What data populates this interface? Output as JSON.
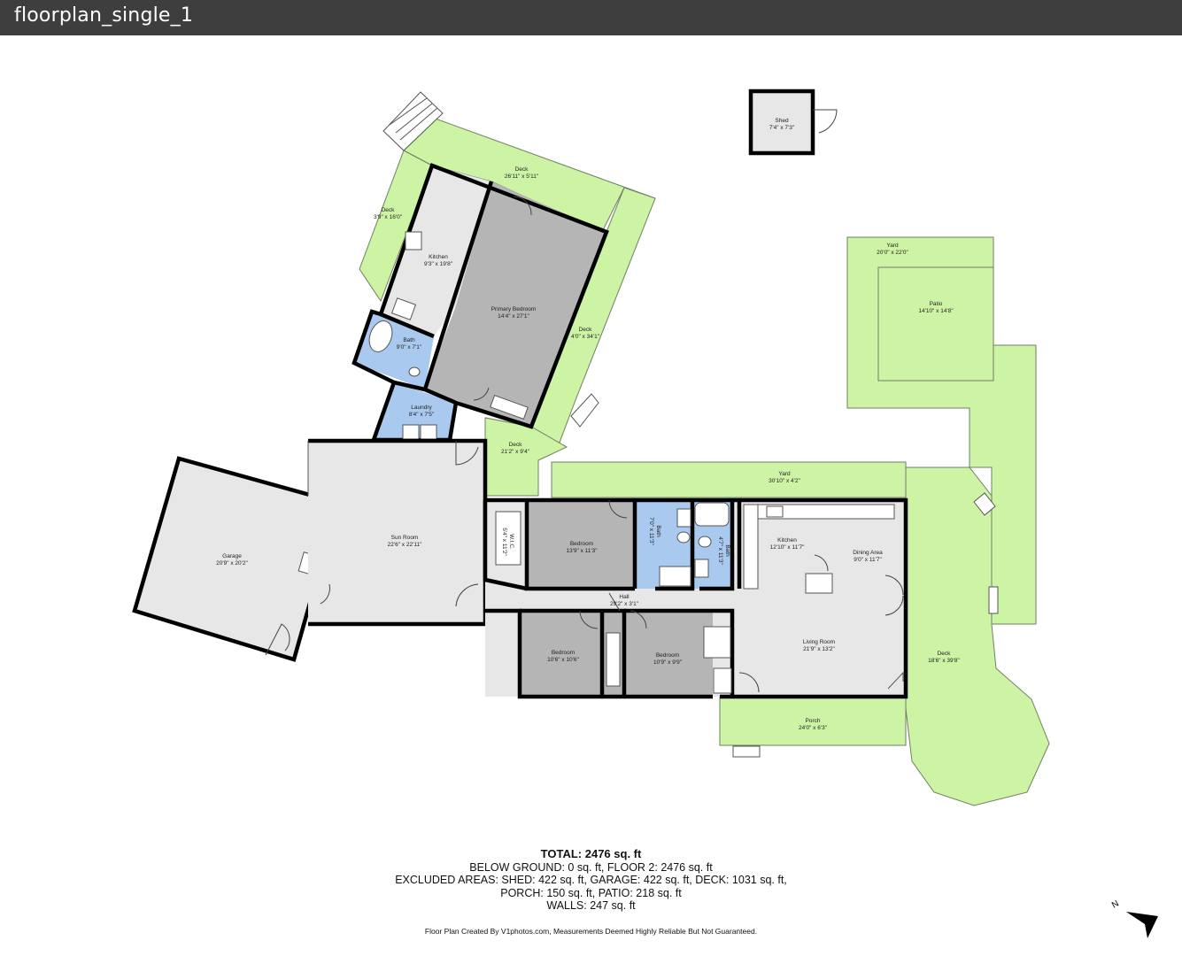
{
  "window": {
    "title": "floorplan_single_1"
  },
  "rooms": {
    "shed": {
      "name": "Shed",
      "dims": "7'4\" x 7'3\""
    },
    "deck_top": {
      "name": "Deck",
      "dims": "26'11\" x 5'11\""
    },
    "deck_left": {
      "name": "Deck",
      "dims": "3'9\" x 16'0\""
    },
    "kitchen_upper": {
      "name": "Kitchen",
      "dims": "9'3\" x 19'8\""
    },
    "primary_bedroom": {
      "name": "Primary Bedroom",
      "dims": "14'4\" x 27'1\""
    },
    "deck_right": {
      "name": "Deck",
      "dims": "4'0\" x 34'1\""
    },
    "bath_upper": {
      "name": "Bath",
      "dims": "9'0\" x 7'1\""
    },
    "laundry": {
      "name": "Laundry",
      "dims": "8'4\" x 7'5\""
    },
    "deck_mid": {
      "name": "Deck",
      "dims": "21'2\" x 9'4\""
    },
    "yard_top": {
      "name": "Yard",
      "dims": "20'0\" x 22'0\""
    },
    "patio": {
      "name": "Patio",
      "dims": "14'10\" x 14'8\""
    },
    "yard_mid": {
      "name": "Yard",
      "dims": "30'10\" x 4'2\""
    },
    "garage": {
      "name": "Garage",
      "dims": "20'9\" x 20'2\""
    },
    "sun_room": {
      "name": "Sun Room",
      "dims": "22'6\" x 22'11\""
    },
    "wic": {
      "name": "W.I.C.",
      "dims": "5'4\" x 11'2\""
    },
    "bedroom_1": {
      "name": "Bedroom",
      "dims": "13'9\" x 11'3\""
    },
    "bath_2": {
      "name": "Bath",
      "dims": "7'0\" x 11'3\""
    },
    "bath_3": {
      "name": "Bath",
      "dims": "4'7\" x 11'3\""
    },
    "kitchen_lower": {
      "name": "Kitchen",
      "dims": "12'10\" x 11'7\""
    },
    "dining_area": {
      "name": "Dining Area",
      "dims": "9'0\" x 11'7\""
    },
    "hall": {
      "name": "Hall",
      "dims": "29'2\" x 3'1\""
    },
    "bedroom_2": {
      "name": "Bedroom",
      "dims": "10'6\" x 10'6\""
    },
    "bedroom_3": {
      "name": "Bedroom",
      "dims": "10'9\" x 9'9\""
    },
    "living_room": {
      "name": "Living Room",
      "dims": "21'9\" x 13'2\""
    },
    "deck_big": {
      "name": "Deck",
      "dims": "18'6\" x 39'8\""
    },
    "porch": {
      "name": "Porch",
      "dims": "24'0\" x 6'3\""
    }
  },
  "summary": {
    "total": "TOTAL: 2476 sq. ft",
    "line1": "BELOW GROUND: 0 sq. ft, FLOOR 2: 2476 sq. ft",
    "line2": "EXCLUDED AREAS: SHED: 422 sq. ft, GARAGE: 422 sq. ft, DECK: 1031 sq. ft,",
    "line3": "PORCH: 150 sq. ft, PATIO: 218 sq. ft",
    "line4": "WALLS: 247 sq. ft"
  },
  "credit": "Floor Plan Created By V1photos.com, Measurements Deemed Highly Reliable But Not Guaranteed.",
  "compass": {
    "label": "N"
  },
  "colors": {
    "outdoor": "#cdf3a5",
    "room": "#e7e7e7",
    "dark_room": "#b5b5b5",
    "wet_room": "#a9c9ef",
    "titlebar": "#3e3e3e"
  }
}
